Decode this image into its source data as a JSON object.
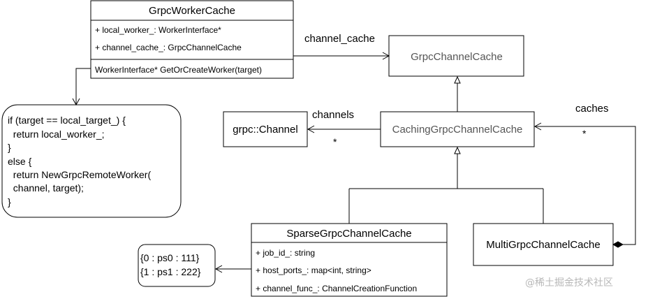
{
  "worker_cache": {
    "title": "GrpcWorkerCache",
    "attr1": "+ local_worker_: WorkerInterface*",
    "attr2": "+ channel_cache_: GrpcChannelCache",
    "method": "WorkerInterface* GetOrCreateWorker(target)"
  },
  "code_note": {
    "line1": "if (target == local_target_) {",
    "line2": "  return local_worker_;",
    "line3": "}",
    "line4": "else {",
    "line5": "  return NewGrpcRemoteWorker(",
    "line6": "  channel, target);",
    "line7": "}"
  },
  "channel_cache": {
    "title": "GrpcChannelCache"
  },
  "caching_cache": {
    "title": "CachingGrpcChannelCache"
  },
  "grpc_channel": {
    "title": "grpc::Channel"
  },
  "sparse_cache": {
    "title": "SparseGrpcChannelCache",
    "attr1": "+ job_id_: string",
    "attr2": "+ host_ports_: map<int, string>",
    "attr3": "+ channel_func_: ChannelCreationFunction"
  },
  "multi_cache": {
    "title": "MultiGrpcChannelCache"
  },
  "map_note": {
    "line1": "{0 : ps0 : 111}",
    "line2": "{1 : ps1 : 222}"
  },
  "edges": {
    "channel_cache_label": "channel_cache",
    "channels_label": "channels",
    "channels_mult": "*",
    "caches_label": "caches",
    "caches_mult": "*"
  },
  "watermark": "@稀土掘金技术社区"
}
